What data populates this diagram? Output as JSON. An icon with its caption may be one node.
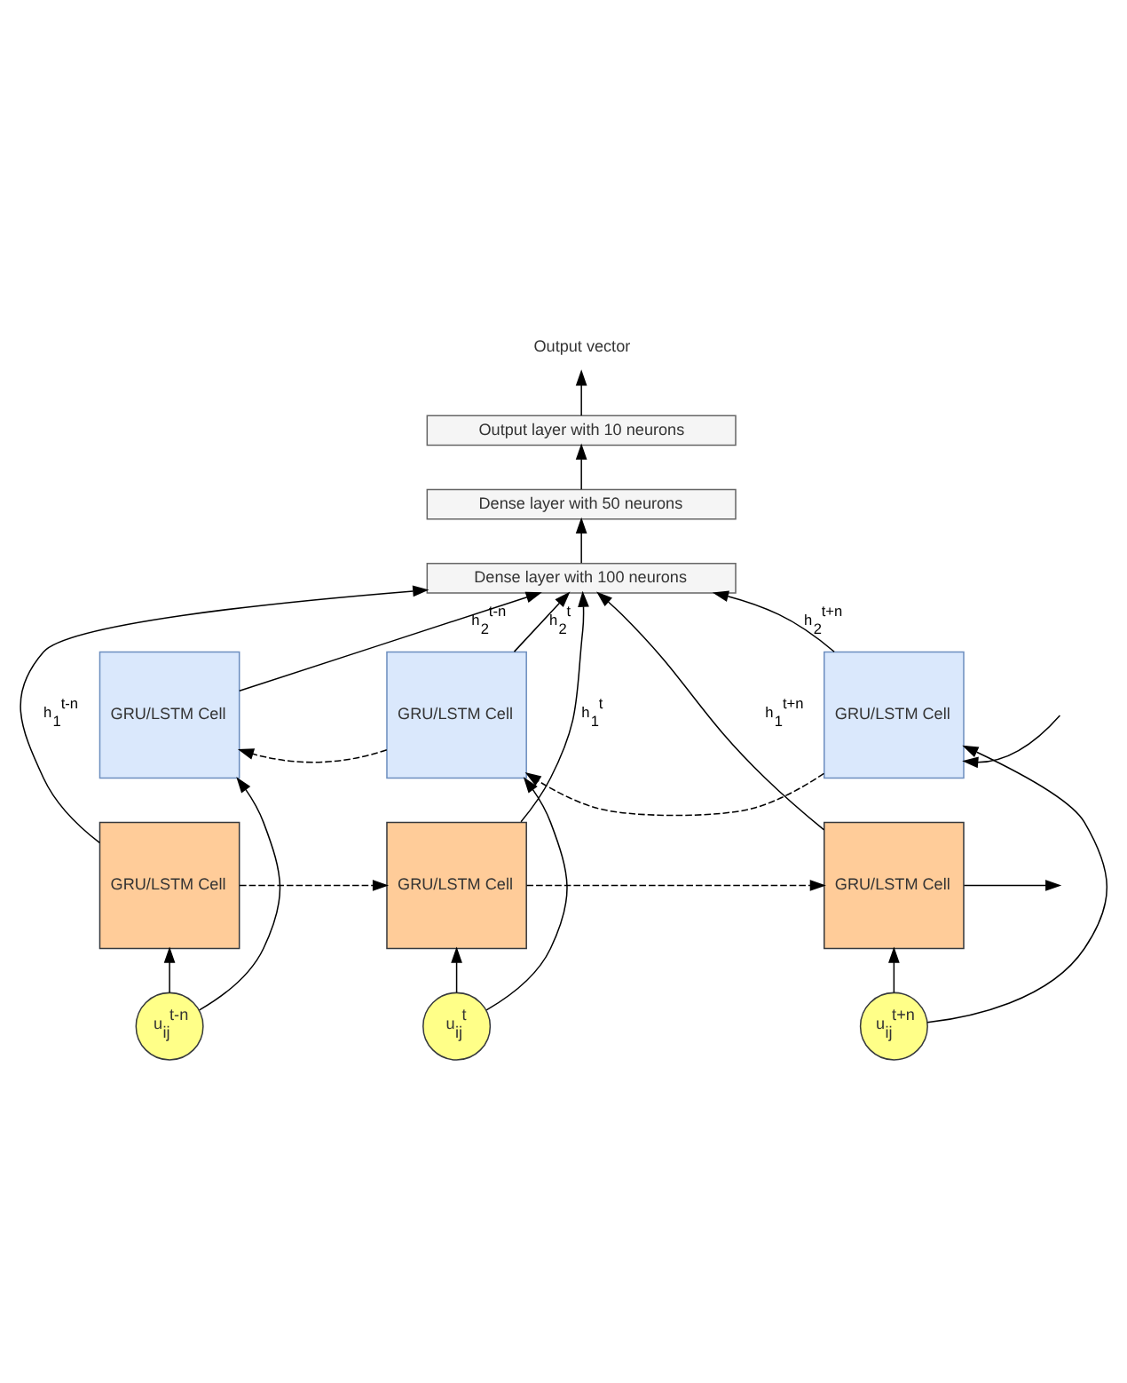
{
  "diagram": {
    "nodes": [
      {
        "text": [
          "Output vector"
        ]
      },
      {
        "text": [
          "Output layer with 10 neurons"
        ]
      },
      {
        "text": [
          "Dense layer with 50 neurons"
        ]
      },
      {
        "text": [
          "Dense layer with 100 neurons"
        ]
      },
      {
        "text": [
          "GRU/LSTM Cell"
        ]
      },
      {
        "text": [
          "GRU/LSTM Cell"
        ]
      },
      {
        "text": [
          "GRU/LSTM Cell"
        ]
      },
      {
        "text": [
          "GRU/LSTM Cell"
        ]
      },
      {
        "text": [
          "GRU/LSTM Cell"
        ]
      },
      {
        "text": [
          "GRU/LSTM Cell"
        ]
      },
      {
        "text": [
          "u$_{ij}$$^{t-n}$"
        ]
      },
      {
        "text": [
          "u$_{ij}$$^{t}$"
        ]
      },
      {
        "text": [
          "u$_{ij}$$^{t+n}$"
        ]
      }
    ],
    "edges": [
      {
        "from": 1,
        "to": 0,
        "arrow": "to"
      },
      {
        "from": 2,
        "to": 1,
        "arrow": "to"
      },
      {
        "from": 3,
        "to": 2,
        "arrow": "to"
      },
      {
        "from": 4,
        "to": 3,
        "arrow": "to",
        "label": "h$_{2}$$^{t-n}$"
      },
      {
        "from": 5,
        "to": 3,
        "arrow": "to",
        "label": "h$_{2}$$^{t}$"
      },
      {
        "from": 6,
        "to": 3,
        "arrow": "to",
        "label": "h$_{2}$$^{t+n}$"
      },
      {
        "from": null,
        "to": 6,
        "arrow": "to"
      },
      {
        "from": 6,
        "to": 5,
        "arrow": "to",
        "style": "dashed"
      },
      {
        "from": 5,
        "to": 4,
        "arrow": "to",
        "style": "dashed"
      },
      {
        "from": 7,
        "to": 3,
        "arrow": "to",
        "label": "h$_{1}$$^{t-n}$"
      },
      {
        "from": 8,
        "to": 3,
        "arrow": "to",
        "label": "h$_{1}$$^{t}$"
      },
      {
        "from": 9,
        "to": 3,
        "arrow": "to",
        "label": "h$_{1}$$^{t+n}$"
      },
      {
        "from": 7,
        "to": 8,
        "arrow": "to",
        "style": "dashed"
      },
      {
        "from": 8,
        "to": 9,
        "arrow": "to",
        "style": "dashed"
      },
      {
        "from": 9,
        "to": null,
        "arrow": "to"
      },
      {
        "from": 10,
        "to": 7,
        "arrow": "to"
      },
      {
        "from": 11,
        "to": 8,
        "arrow": "to"
      },
      {
        "from": 12,
        "to": 9,
        "arrow": "to"
      },
      {
        "from": 10,
        "to": 4,
        "arrow": "to"
      },
      {
        "from": 11,
        "to": 5,
        "arrow": "to"
      },
      {
        "from": 12,
        "to": 6,
        "arrow": "to"
      }
    ]
  }
}
